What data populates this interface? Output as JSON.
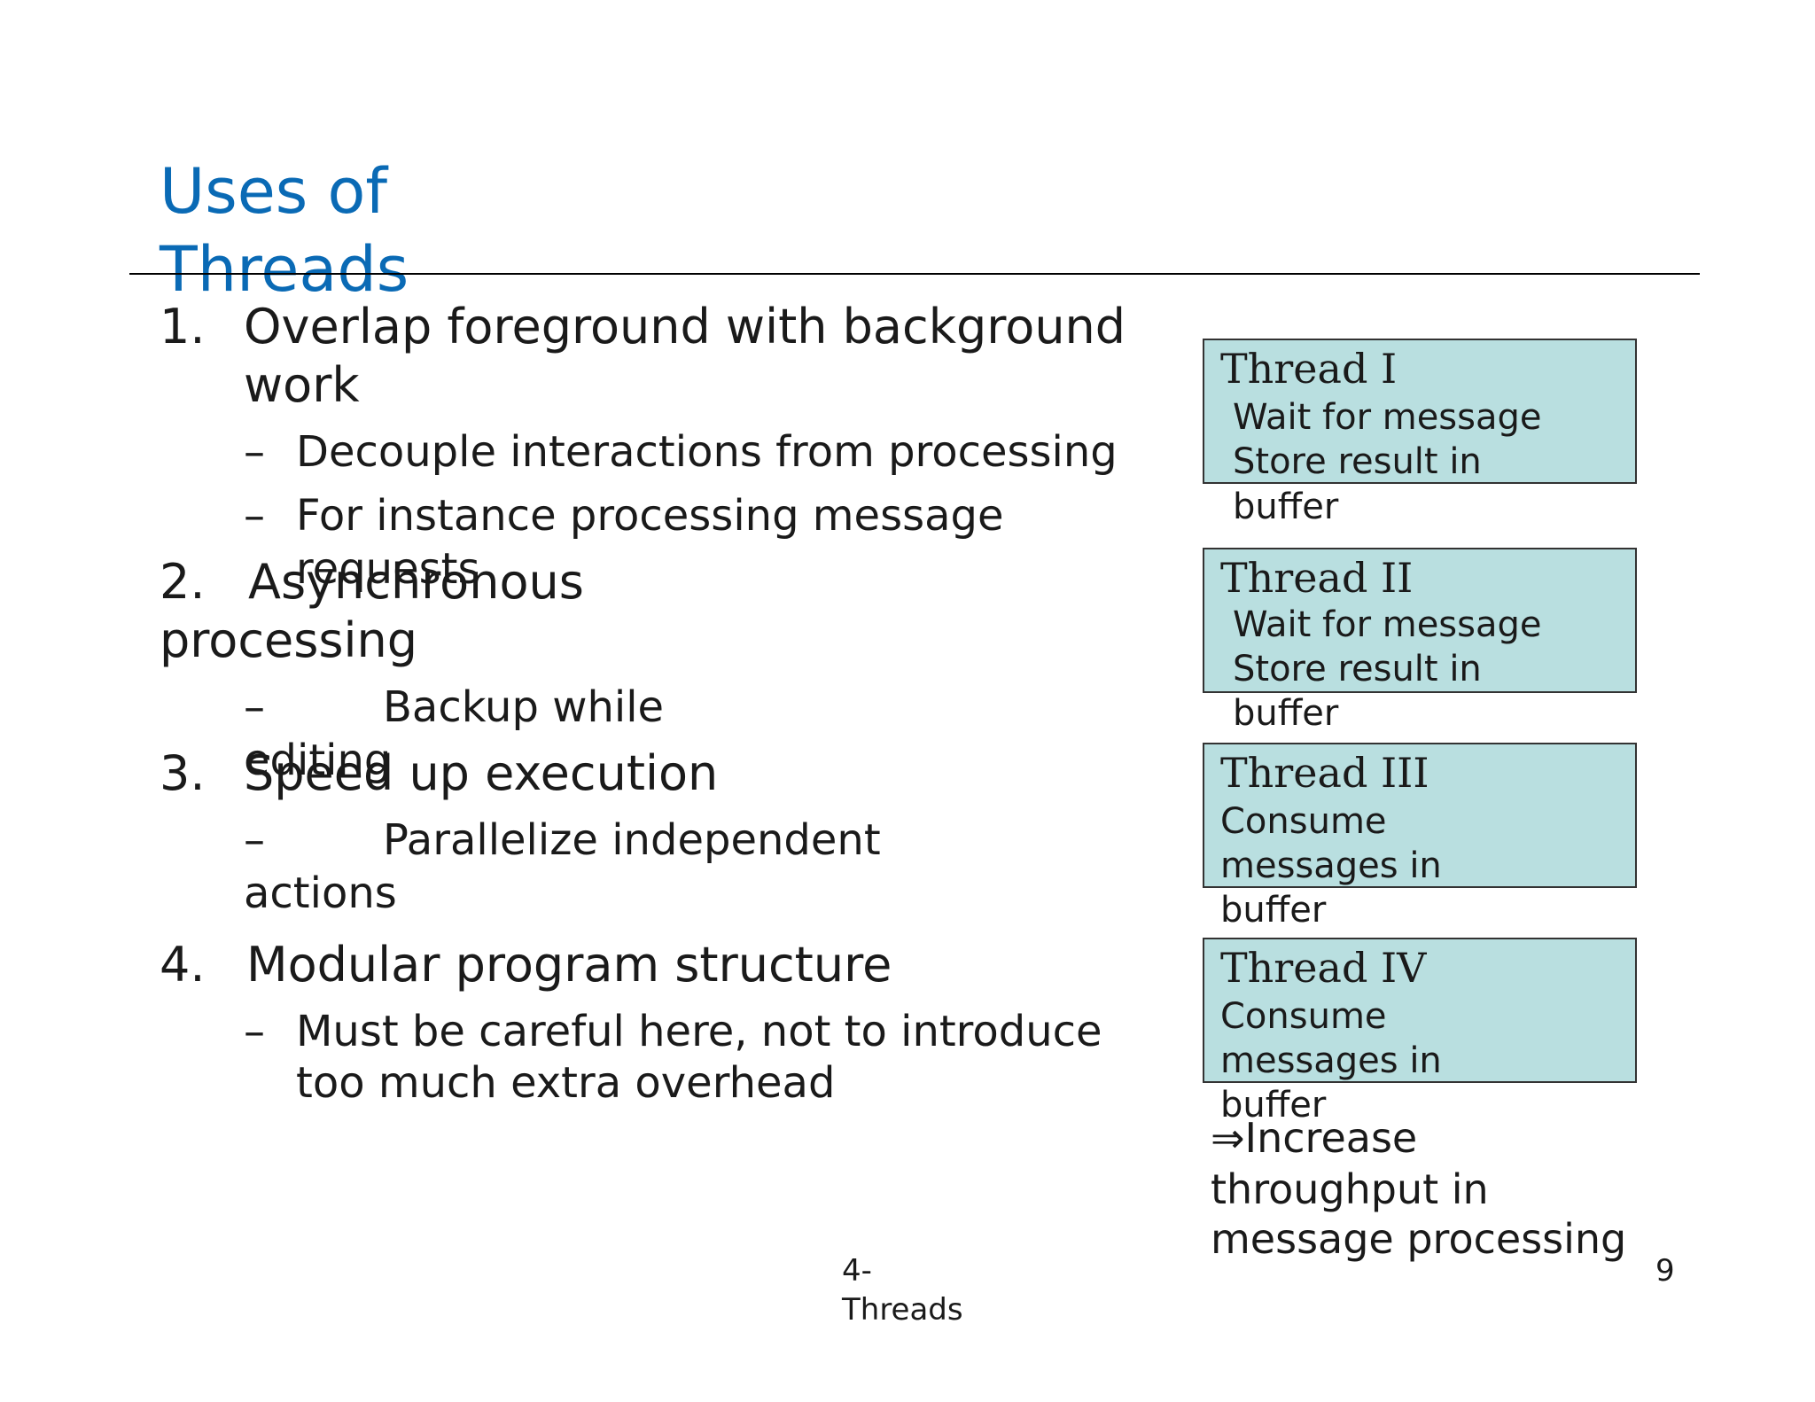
{
  "slide": {
    "title": "Uses of Threads",
    "items": [
      {
        "number": "1.",
        "text_line1": "Overlap foreground with background",
        "text_line2": "work",
        "subs": [
          "Decouple interactions from processing",
          "For instance processing message",
          "requests"
        ]
      },
      {
        "number": "2.",
        "text_line1": "Asynchronous",
        "text_line2": "processing",
        "subs": [
          "Backup while",
          "editing"
        ]
      },
      {
        "number": "3.",
        "text_line1": "Speed up execution",
        "subs": [
          "Parallelize independent",
          "actions"
        ]
      },
      {
        "number": "4.",
        "text_line1": "Modular program structure",
        "subs": [
          "Must be careful here, not to introduce",
          "too  much extra overhead"
        ]
      }
    ],
    "dash_symbol": "–",
    "threads": [
      {
        "title": "Thread I",
        "lines": [
          "Wait for message",
          "Store result in",
          "buffer"
        ]
      },
      {
        "title": "Thread II",
        "lines": [
          "Wait for message",
          "Store result in",
          "buffer"
        ]
      },
      {
        "title": "Thread III",
        "lines": [
          "Consume",
          "messages  in",
          "buffer"
        ]
      },
      {
        "title": "Thread IV",
        "lines": [
          "Consume",
          "messages  in",
          "buffer"
        ]
      }
    ],
    "conclusion": [
      "⇒Increase",
      "throughput  in",
      "message processing"
    ],
    "footer": {
      "label_line1": "4-",
      "label_line2": "Threads",
      "page": "9"
    }
  },
  "colors": {
    "title": "#0a6ab5",
    "box_fill": "#b9dfe0",
    "text": "#1a1a1a"
  }
}
